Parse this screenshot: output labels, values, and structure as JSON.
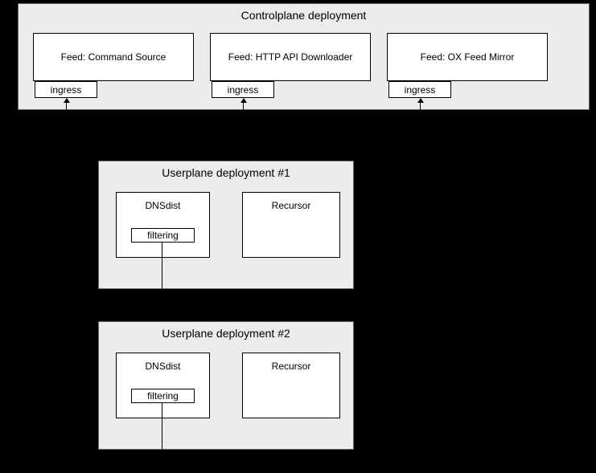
{
  "colors": {
    "background": "#000000",
    "panel_fill": "#ececec",
    "panel_border": "#666666",
    "node_fill": "#ffffff",
    "node_border": "#000000",
    "text": "#000000"
  },
  "controlplane": {
    "title": "Controlplane deployment",
    "feeds": [
      {
        "label": "Feed: Command Source",
        "ingress": "ingress"
      },
      {
        "label": "Feed: HTTP API Downloader",
        "ingress": "ingress"
      },
      {
        "label": "Feed: OX Feed Mirror",
        "ingress": "ingress"
      }
    ]
  },
  "userplanes": [
    {
      "title": "Userplane deployment #1",
      "dnsdist": "DNSdist",
      "filtering": "filtering",
      "recursor": "Recursor"
    },
    {
      "title": "Userplane deployment #2",
      "dnsdist": "DNSdist",
      "filtering": "filtering",
      "recursor": "Recursor"
    }
  ]
}
